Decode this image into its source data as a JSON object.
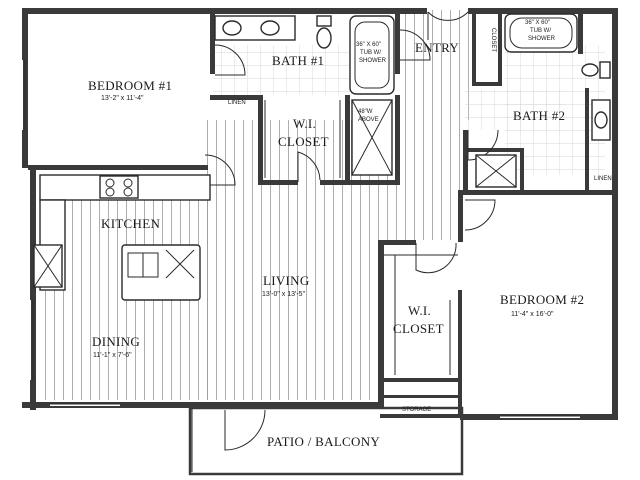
{
  "rooms": {
    "bedroom1": {
      "name": "BEDROOM #1",
      "dims": "13'-2\" x 11'-4\""
    },
    "bath1": {
      "name": "BATH #1"
    },
    "tub1": {
      "line1": "36\" X 60\"",
      "line2": "TUB W/",
      "line3": "SHOWER"
    },
    "entry": {
      "name": "ENTRY"
    },
    "closet_entry": {
      "name": "CLOSET"
    },
    "tub2": {
      "line1": "36\" X 60\"",
      "line2": "TUB W/",
      "line3": "SHOWER"
    },
    "linen1": {
      "name": "LINEN"
    },
    "wi_closet1": {
      "line1": "W.I.",
      "line2": "CLOSET"
    },
    "washer_dryer": {
      "line1": "48\"W",
      "line2": "ABOVE"
    },
    "bath2": {
      "name": "BATH #2"
    },
    "linen2": {
      "name": "LINEN"
    },
    "kitchen": {
      "name": "KITCHEN"
    },
    "living": {
      "name": "LIVING",
      "dims": "13'-0\" x 13'-5\""
    },
    "bedroom2": {
      "name": "BEDROOM #2",
      "dims": "11'-4\" x 16'-0\""
    },
    "wi_closet2": {
      "line1": "W.I.",
      "line2": "CLOSET"
    },
    "dining": {
      "name": "DINING",
      "dims": "11'-1\" x 7'-6\""
    },
    "storage": {
      "name": "STORAGE"
    },
    "patio": {
      "name": "PATIO / BALCONY"
    }
  }
}
